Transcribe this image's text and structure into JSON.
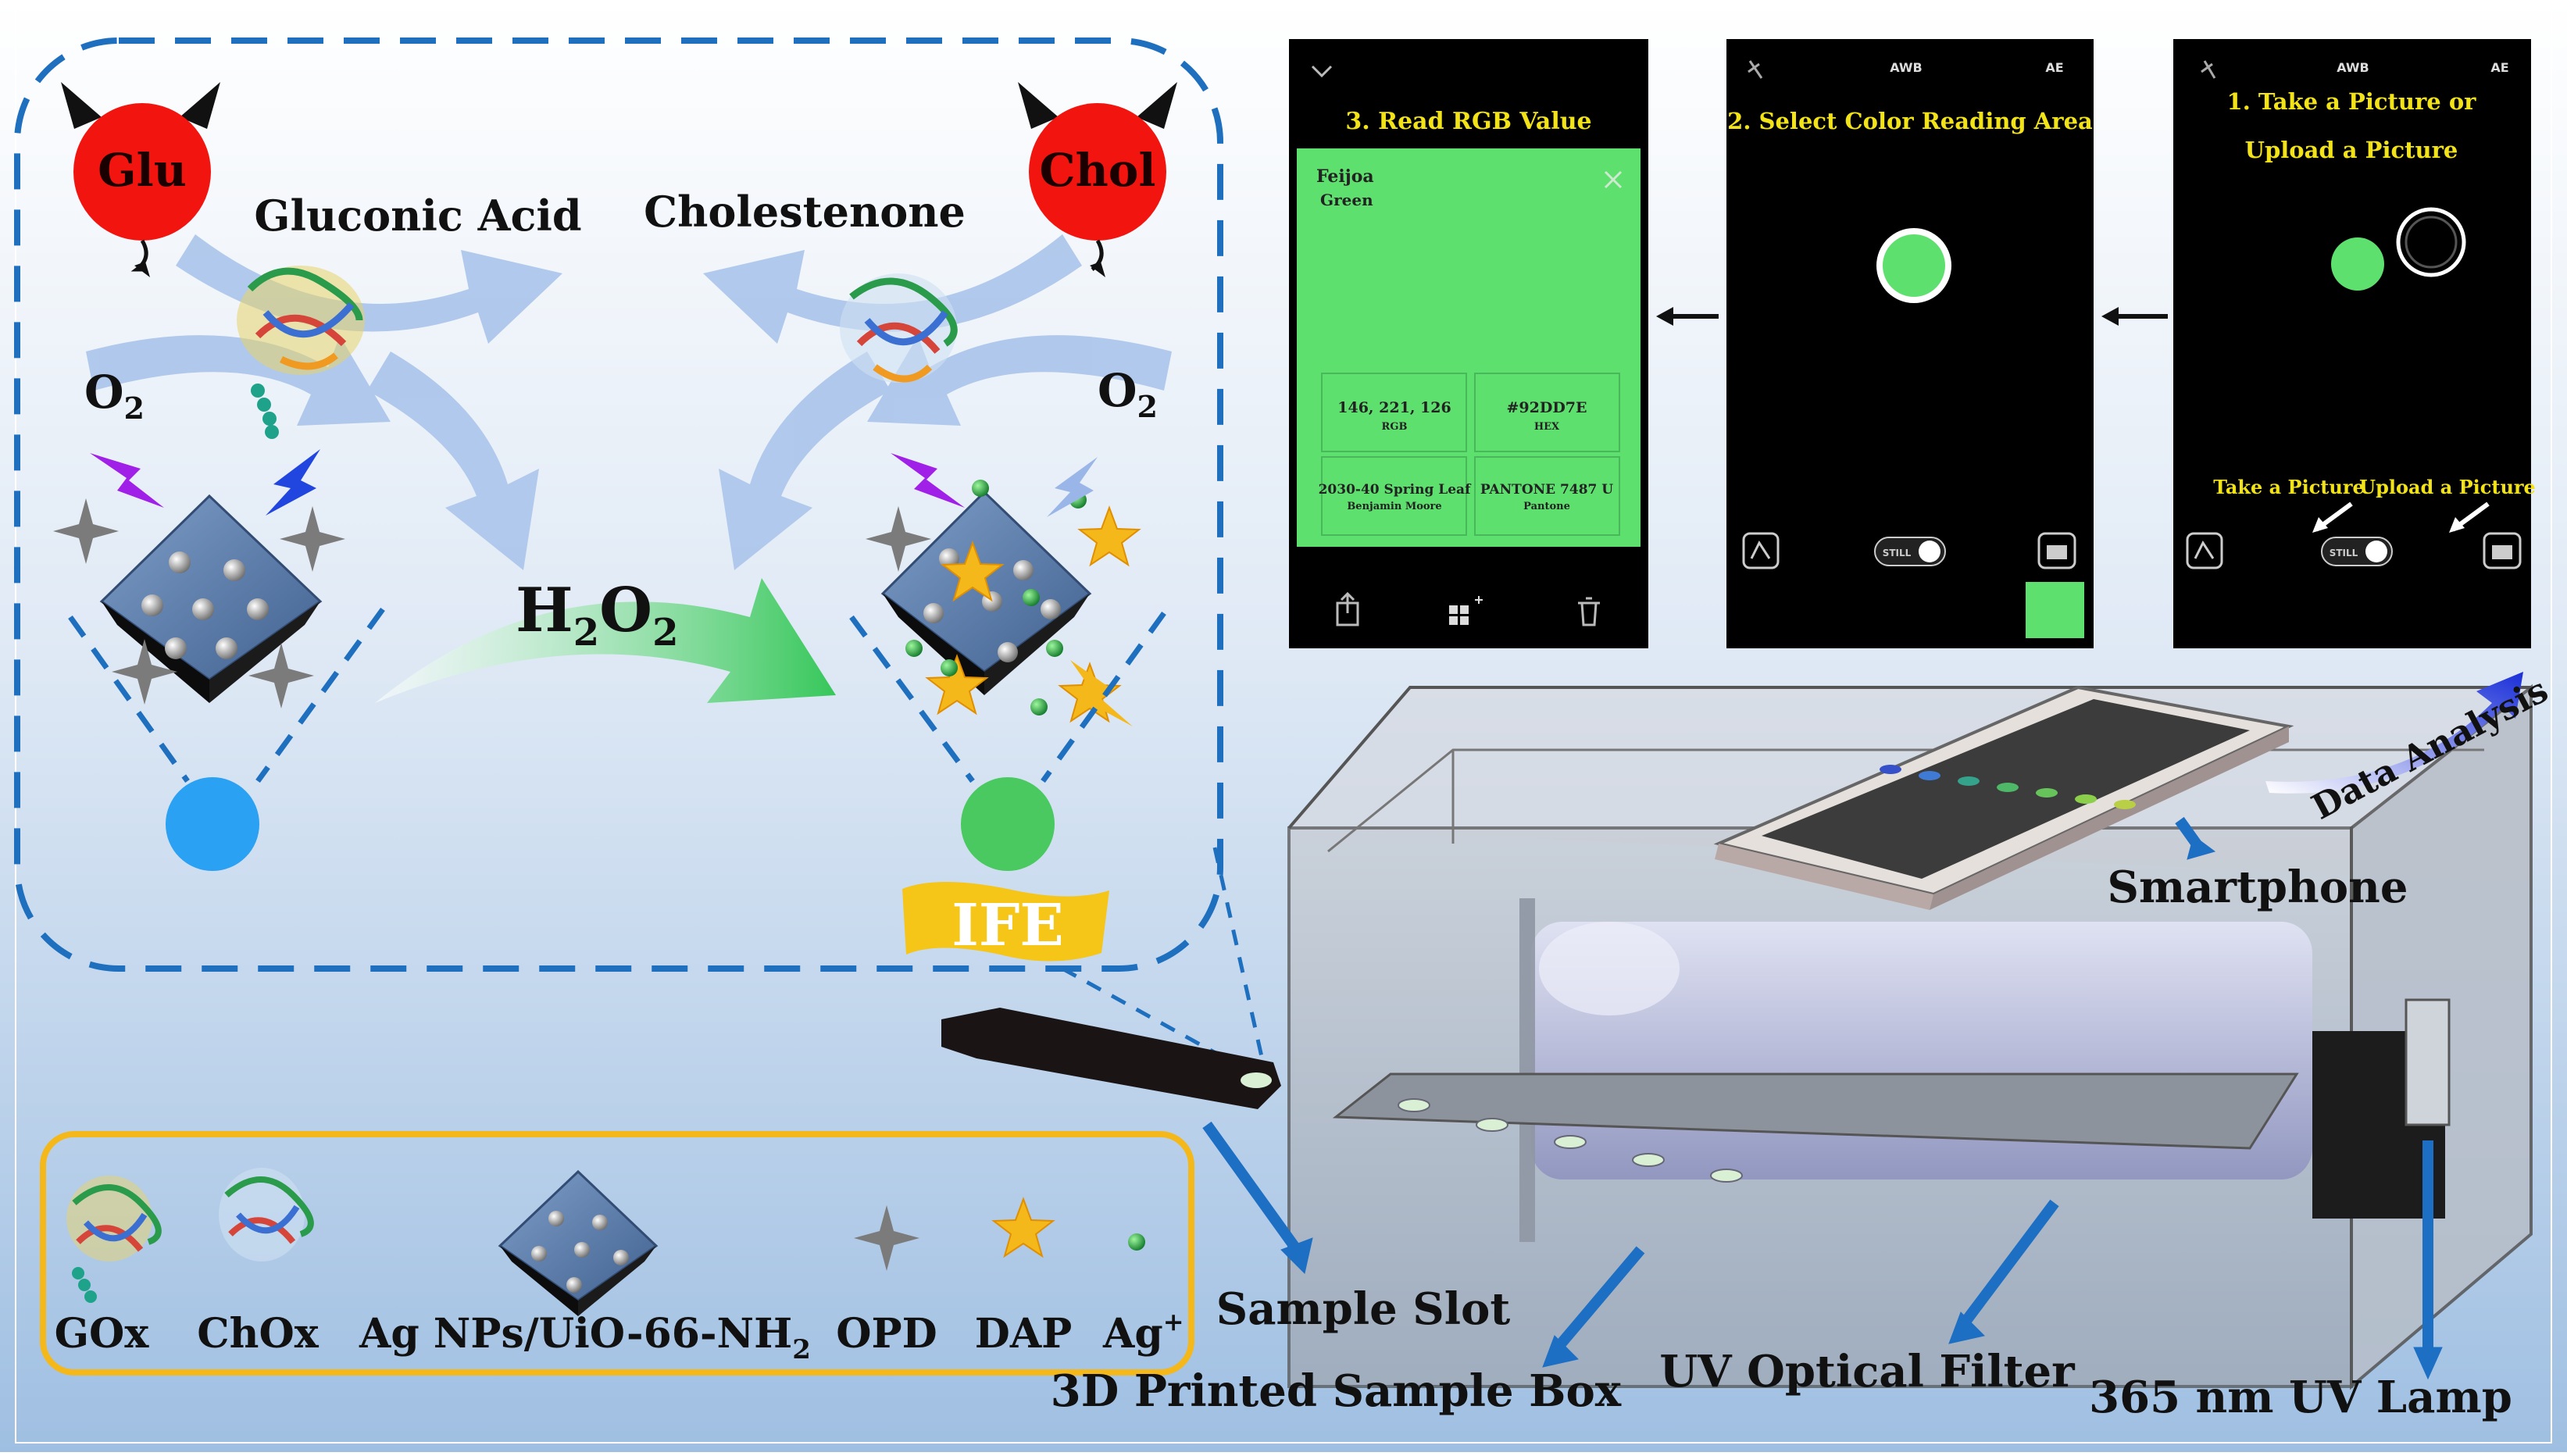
{
  "reaction": {
    "glu": "Glu",
    "chol": "Chol",
    "gluconic_acid": "Gluconic Acid",
    "cholestenone": "Cholestenone",
    "o2_left": "O",
    "o2_right": "O",
    "o2_sub": "2",
    "h2o2": [
      "H",
      "2",
      "O",
      "2"
    ],
    "ife": "IFE"
  },
  "legend": {
    "gox": "GOx",
    "chox": "ChOx",
    "composite": "Ag NPs/UiO-66-NH",
    "composite_sub": "2",
    "opd": "OPD",
    "dap": "DAP",
    "ag_ion": "Ag",
    "ag_sup": "+"
  },
  "phone_screens": {
    "screen3": {
      "title": "3. Read RGB Value",
      "color_name_1": "Feijoa",
      "color_name_2": "Green",
      "rgb_value": "146, 221, 126",
      "rgb_label": "RGB",
      "hex_value": "#92DD7E",
      "hex_label": "HEX",
      "bm_value": "2030-40 Spring Leaf",
      "bm_label": "Benjamin Moore",
      "pantone_value": "PANTONE 7487 U",
      "pantone_label": "Pantone",
      "swatch_color": "#5ee06e"
    },
    "screen2": {
      "title": "2. Select Color Reading Area",
      "awb": "AWB",
      "ae": "AE",
      "still": "STILL"
    },
    "screen1": {
      "title_line1": "1. Take a Picture or",
      "title_line2": "Upload a Picture",
      "awb": "AWB",
      "ae": "AE",
      "still": "STILL",
      "take_label": "Take a Picture",
      "upload_label": "Upload a Picture"
    }
  },
  "device_labels": {
    "data_analysis": "Data Analysis",
    "smartphone": "Smartphone",
    "sample_slot": "Sample Slot",
    "sample_box": "3D Printed Sample Box",
    "optical_filter": "UV Optical Filter",
    "uv_lamp": "365 nm UV Lamp"
  },
  "colors": {
    "accent_blue": "#1d6fc4",
    "sensor_blue": "#2aa1f2",
    "sensor_green": "#49c95f",
    "devil_red": "#f2140f",
    "title_yellow": "#f2e318",
    "ife_gold": "#f5c518"
  }
}
